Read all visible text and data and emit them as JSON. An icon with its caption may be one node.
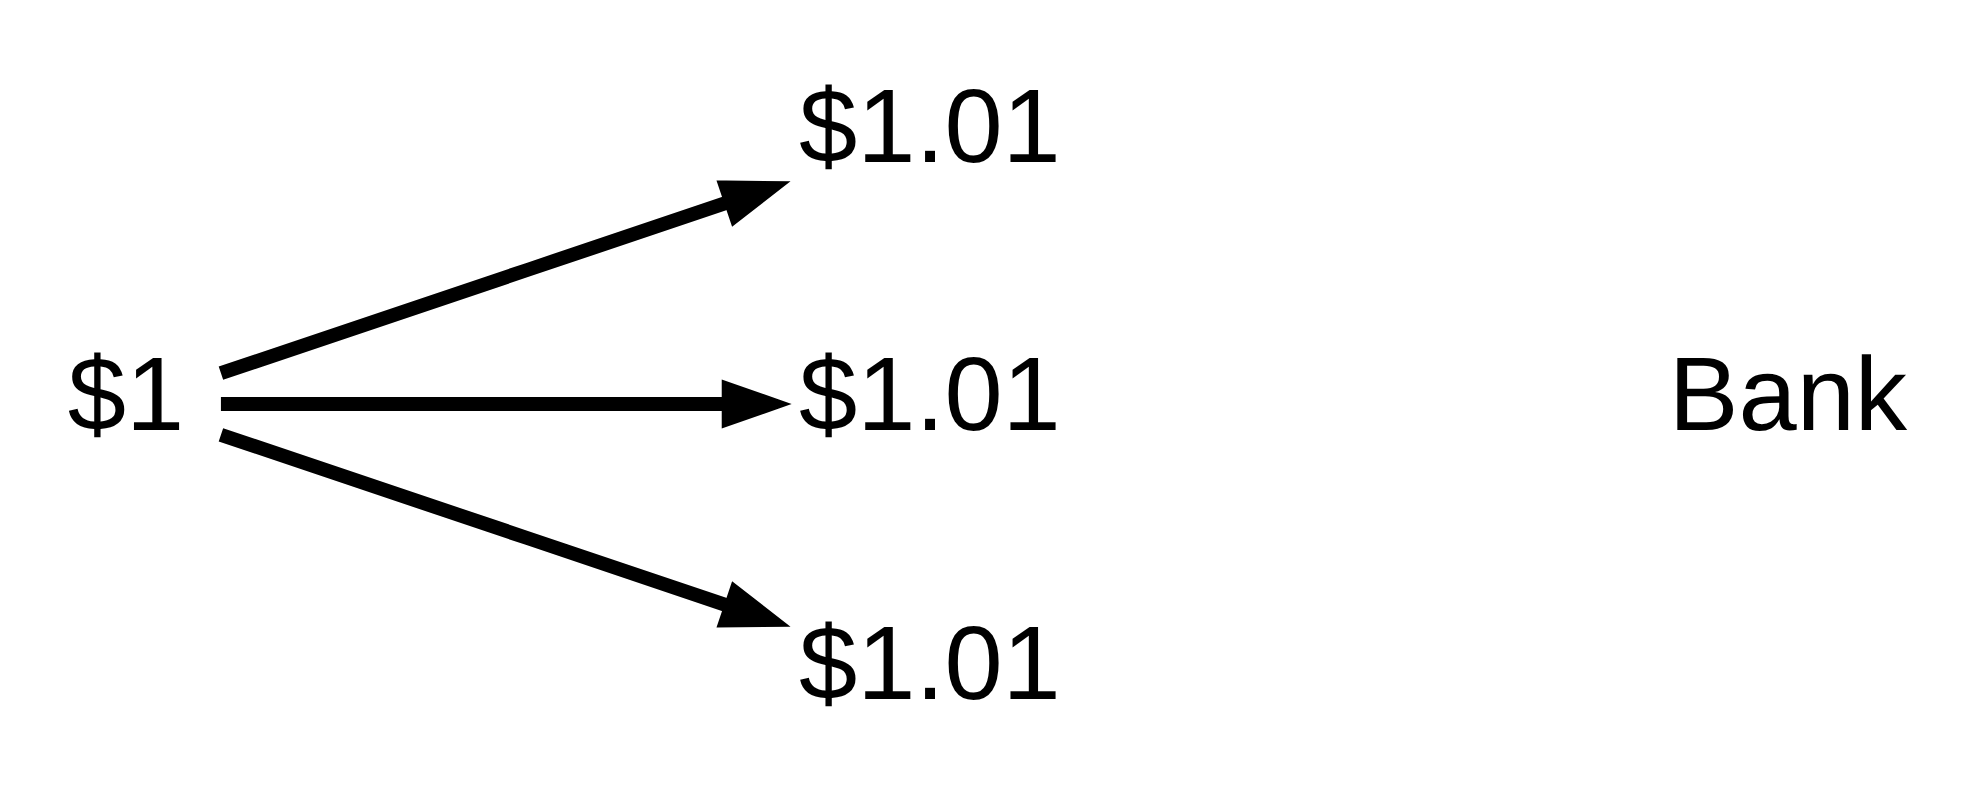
{
  "diagram": {
    "nodes": [
      {
        "text": [
          "$1"
        ]
      },
      {
        "text": [
          "$1.01"
        ]
      },
      {
        "text": [
          "$1.01"
        ]
      },
      {
        "text": [
          "$1.01"
        ]
      }
    ],
    "edges": [
      {
        "from": 0,
        "to": 1,
        "arrow": "to"
      },
      {
        "from": 0,
        "to": 2,
        "arrow": "to"
      },
      {
        "from": 0,
        "to": 3,
        "arrow": "to"
      }
    ],
    "labels": [
      "Bank"
    ]
  }
}
